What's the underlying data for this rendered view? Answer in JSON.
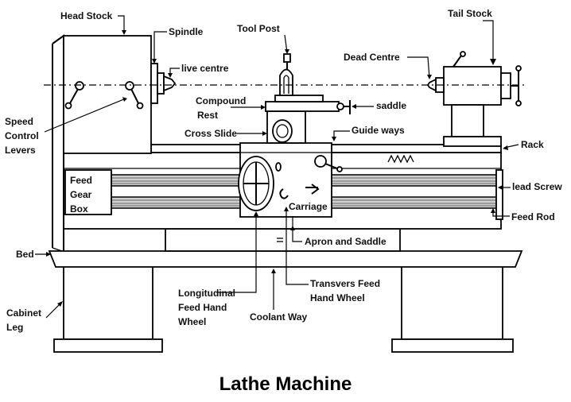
{
  "title": "Lathe Machine",
  "labels": {
    "head_stock": "Head Stock",
    "spindle": "Spindle",
    "tool_post": "Tool Post",
    "tail_stock": "Tail Stock",
    "dead_centre": "Dead Centre",
    "live_centre": "live centre",
    "speed_control_levers": [
      "Speed",
      "Control",
      "Levers"
    ],
    "compound_rest": [
      "Compound",
      "Rest"
    ],
    "saddle": "saddle",
    "cross_slide": "Cross Slide",
    "guide_ways": "Guide ways",
    "rack": "Rack",
    "feed_gear_box": [
      "Feed",
      "Gear",
      "Box"
    ],
    "carriage": "Carriage",
    "lead_screw": "lead Screw",
    "feed_rod": "Feed Rod",
    "bed": "Bed",
    "apron_and_saddle": "Apron and Saddle",
    "longitudinal_feed_hand_wheel": [
      "Longitudinal",
      "Feed Hand",
      "Wheel"
    ],
    "transvers_feed_hand_wheel": [
      "Transvers Feed",
      "Hand Wheel"
    ],
    "coolant_way": "Coolant Way",
    "cabinet_leg": [
      "Cabinet",
      "Leg"
    ]
  }
}
